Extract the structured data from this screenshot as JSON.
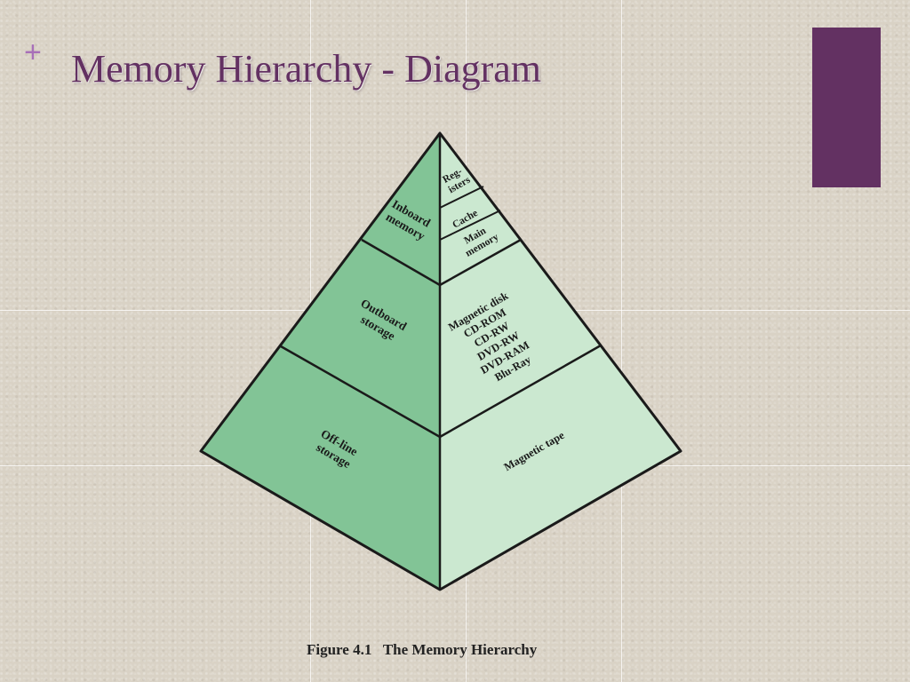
{
  "slide": {
    "bullet": "+",
    "title": "Memory Hierarchy - Diagram"
  },
  "colors": {
    "accent": "#633162",
    "bullet": "#a870b8",
    "left_face": "#82c496",
    "right_face": "#cbe8d0",
    "outline": "#1a1a1a"
  },
  "diagram": {
    "left_tiers": [
      {
        "id": "inboard",
        "lines": [
          "Inboard",
          "memory"
        ]
      },
      {
        "id": "outboard",
        "lines": [
          "Outboard",
          "storage"
        ]
      },
      {
        "id": "offline",
        "lines": [
          "Off-line",
          "storage"
        ]
      }
    ],
    "right_items": [
      {
        "id": "registers",
        "lines": [
          "Reg-",
          "isters"
        ]
      },
      {
        "id": "cache",
        "lines": [
          "Cache"
        ]
      },
      {
        "id": "main-memory",
        "lines": [
          "Main",
          "memory"
        ]
      },
      {
        "id": "outboard-media",
        "lines": [
          "Magnetic disk",
          "CD-ROM",
          "CD-RW",
          "DVD-RW",
          "DVD-RAM",
          "Blu-Ray"
        ]
      },
      {
        "id": "magnetic-tape",
        "lines": [
          "Magnetic tape"
        ]
      }
    ]
  },
  "caption": {
    "number": "Figure 4.1",
    "text": "The Memory Hierarchy"
  }
}
